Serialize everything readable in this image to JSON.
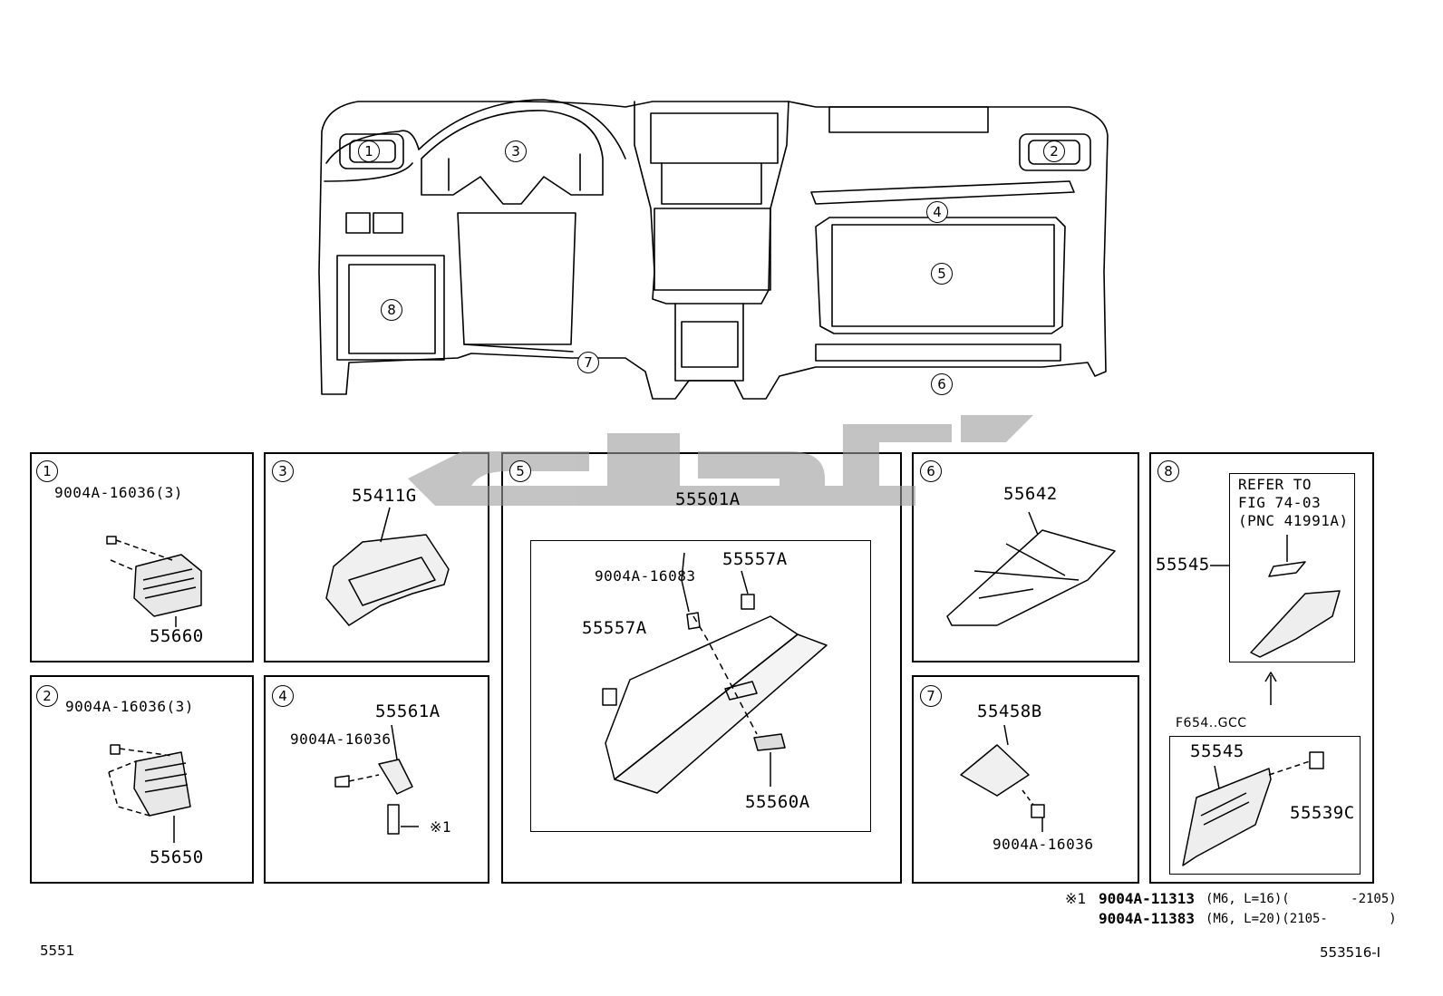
{
  "overview": {
    "callouts": [
      "1",
      "2",
      "3",
      "4",
      "5",
      "6",
      "7",
      "8"
    ]
  },
  "panels": {
    "p1": {
      "num": "1",
      "bolt": "9004A-16036(3)",
      "part": "55660"
    },
    "p2": {
      "num": "2",
      "bolt": "9004A-16036(3)",
      "part": "55650"
    },
    "p3": {
      "num": "3",
      "part": "55411G"
    },
    "p4": {
      "num": "4",
      "part": "55561A",
      "bolt": "9004A-16036",
      "mark": "※1"
    },
    "p5": {
      "num": "5",
      "main": "55501A",
      "bolt": "9004A-16083",
      "lamp_r": "55557A",
      "lamp_l": "55557A",
      "latch": "55560A"
    },
    "p6": {
      "num": "6",
      "part": "55642"
    },
    "p7": {
      "num": "7",
      "part": "55458B",
      "bolt": "9004A-16036"
    },
    "p8": {
      "num": "8",
      "refer1": "REFER TO",
      "refer2": "FIG 74-03",
      "refer3": "(PNC 41991A)",
      "part_top": "55545",
      "code": "F654..GCC",
      "part_bot": "55545",
      "part_side": "55539C"
    }
  },
  "notes": {
    "line1_mark": "※1",
    "line1_part": "9004A-11313",
    "line1_spec": "(M6, L=16)(        -2105)",
    "line2_part": "9004A-11383",
    "line2_spec": "(M6, L=20)(2105-        )"
  },
  "footer": {
    "left": "5551",
    "right": "553516-I"
  }
}
